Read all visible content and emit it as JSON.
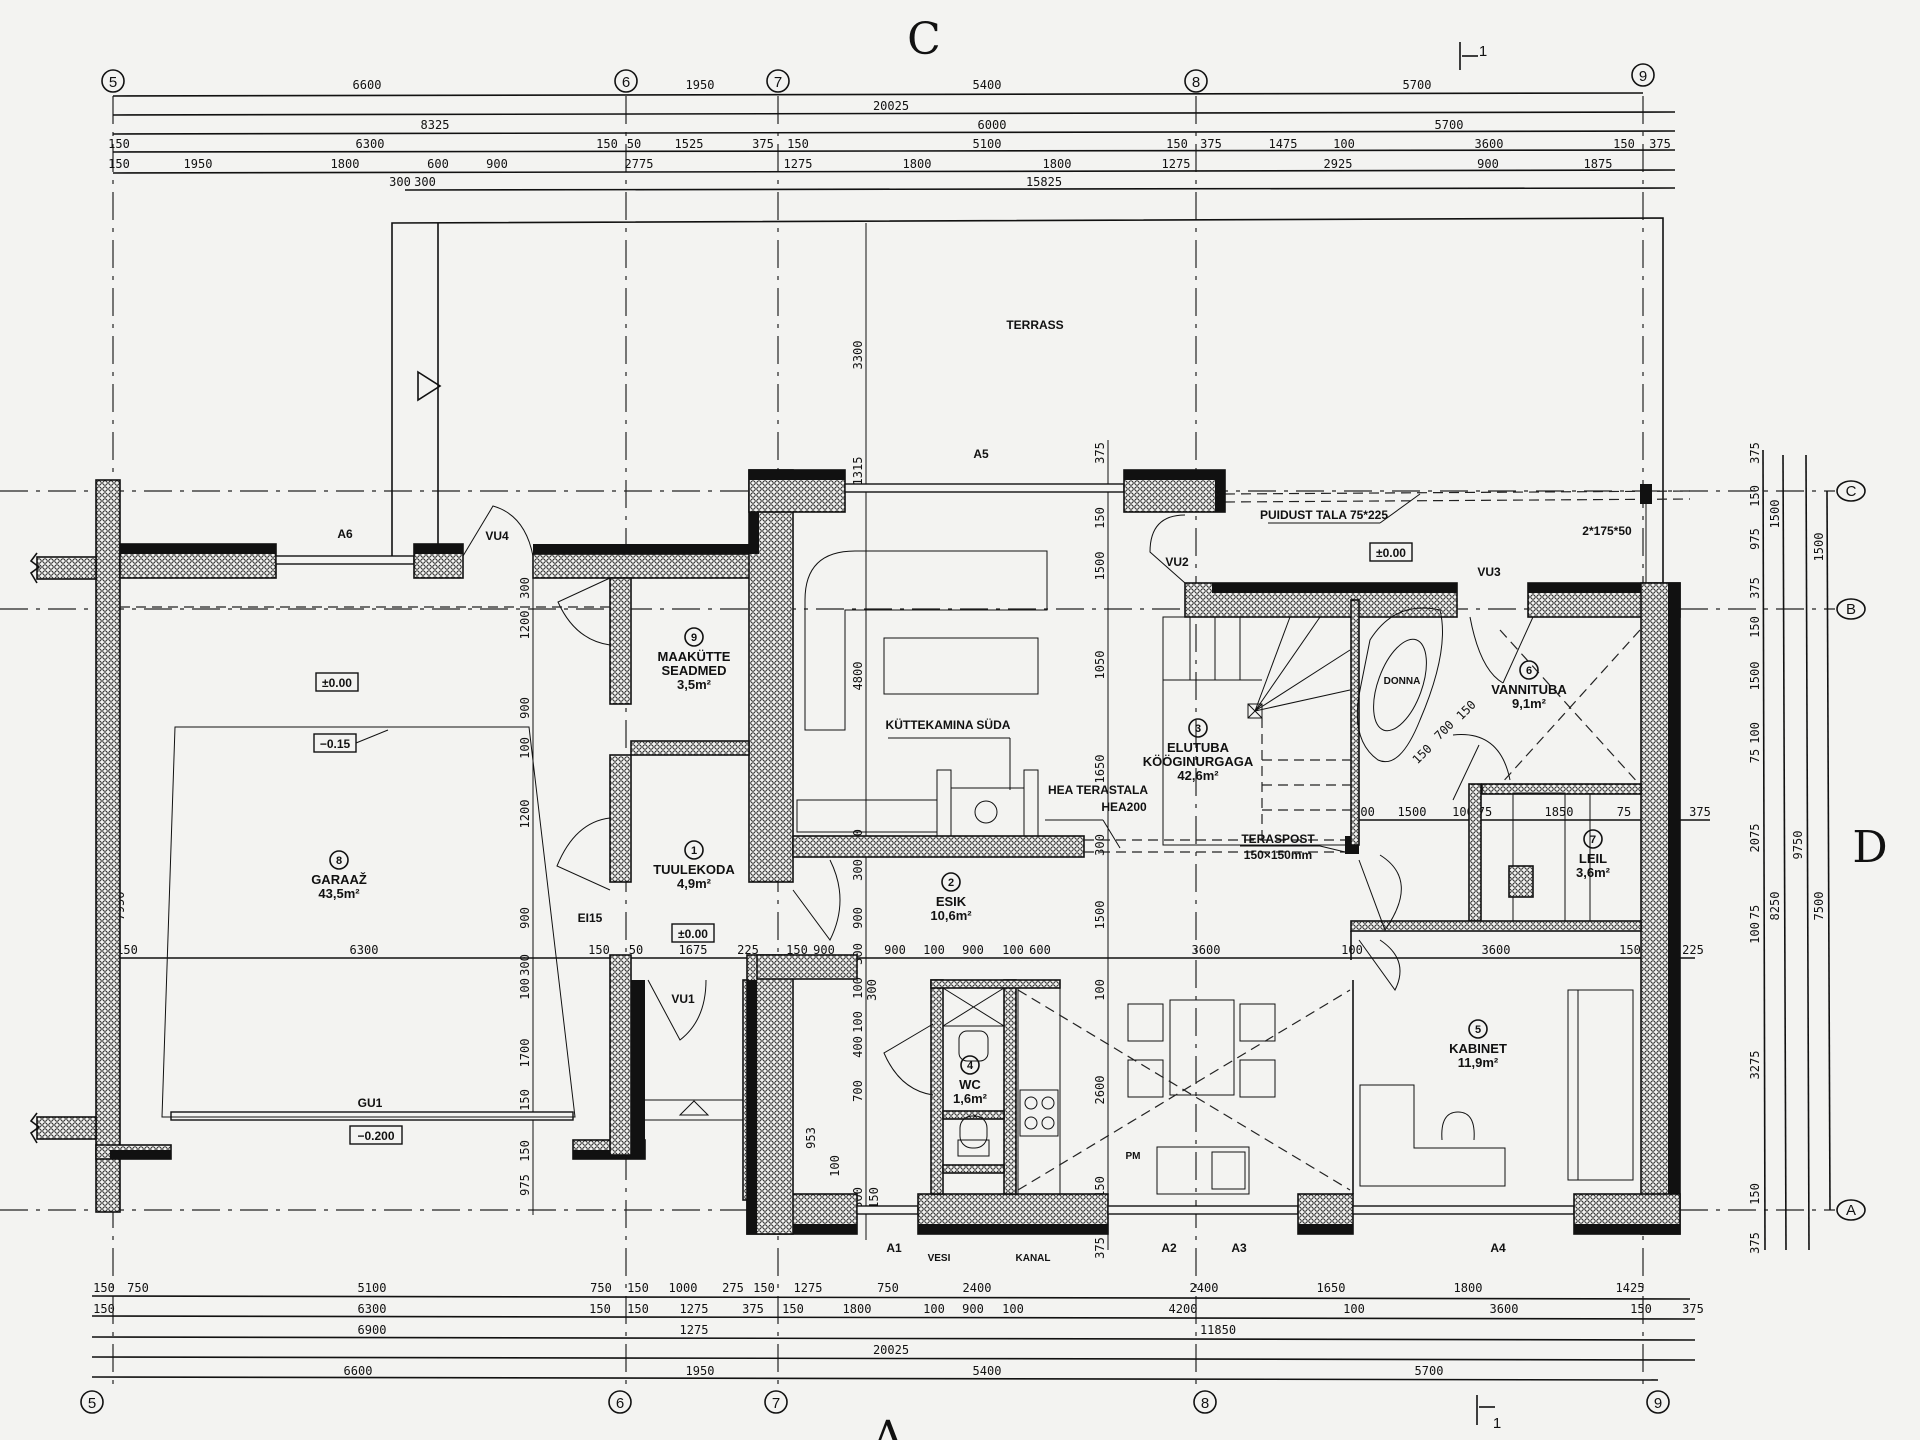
{
  "sheet": {
    "top_letter": "C",
    "bottom_letter": "A",
    "right_letter": "D",
    "section_mark": "1"
  },
  "axes": {
    "columns": [
      "5",
      "6",
      "7",
      "8",
      "9"
    ],
    "rows": [
      "C",
      "B",
      "A"
    ]
  },
  "dims": {
    "top": [
      [
        "6600",
        "1950",
        "5400",
        "5700"
      ],
      [
        "20025"
      ],
      [
        "8325",
        "6000",
        "5700"
      ],
      [
        "150",
        "6300",
        "150",
        "50",
        "1525",
        "375",
        "150",
        "5100",
        "150",
        "375",
        "1475",
        "100",
        "3600",
        "150",
        "375"
      ],
      [
        "150",
        "1950",
        "1800",
        "600",
        "900",
        "2775",
        "1275",
        "1800",
        "1800",
        "1275",
        "2925",
        "900",
        "1875"
      ],
      [
        "300",
        "300",
        "15825"
      ]
    ],
    "bottom": [
      [
        "150",
        "750",
        "5100",
        "750",
        "150",
        "1000",
        "275",
        "150",
        "1275",
        "750",
        "2400",
        "2400",
        "1650",
        "1800",
        "1425"
      ],
      [
        "150",
        "6300",
        "150",
        "150",
        "1275",
        "375",
        "150",
        "1800",
        "100",
        "900",
        "100",
        "4200",
        "100",
        "3600",
        "150",
        "375"
      ],
      [
        "6900",
        "1275",
        "11850"
      ],
      [
        "20025"
      ],
      [
        "6600",
        "1950",
        "5400",
        "5700"
      ]
    ],
    "right": [
      [
        "375",
        "150",
        "975",
        "375",
        "150",
        "1500",
        "75",
        "100",
        "2075",
        "100",
        "75",
        "3275",
        "150",
        "375"
      ],
      [
        "1500",
        "8250"
      ],
      [
        "9750"
      ],
      [
        "1500",
        "7500"
      ]
    ],
    "inner_h": [
      [
        "150",
        "6300",
        "150",
        "50",
        "1675",
        "225",
        "150",
        "900",
        "900",
        "100",
        "900",
        "100",
        "600",
        "3600",
        "100",
        "3600",
        "150",
        "225"
      ],
      [
        "100",
        "1500",
        "100",
        "75",
        "1850",
        "75",
        "375"
      ]
    ],
    "inner_v": [
      [
        "300",
        "1200",
        "900",
        "100",
        "1200",
        "900",
        "300",
        "100",
        "1700",
        "150",
        "150",
        "975"
      ],
      [
        "3300",
        "1315",
        "4800",
        "300",
        "300",
        "900",
        "300",
        "100",
        "100",
        "400",
        "700",
        "300"
      ],
      [
        "300",
        "150",
        "100",
        "953"
      ],
      [
        "375",
        "150",
        "1500",
        "1050",
        "1650",
        "300",
        "1500",
        "100",
        "2600",
        "150",
        "375"
      ],
      [
        "7950"
      ],
      [
        "150",
        "700",
        "150"
      ]
    ]
  },
  "rooms": [
    {
      "num": "8",
      "name": "GARAAŽ",
      "area": "43,5m²"
    },
    {
      "num": "9",
      "name": "MAAKÜTTE",
      "name2": "SEADMED",
      "area": "3,5m²"
    },
    {
      "num": "1",
      "name": "TUULEKODA",
      "area": "4,9m²"
    },
    {
      "num": "2",
      "name": "ESIK",
      "area": "10,6m²"
    },
    {
      "num": "3",
      "name": "ELUTUBA",
      "name2": "KÖÖGINURGAGA",
      "area": "42,6m²"
    },
    {
      "num": "4",
      "name": "WC",
      "area": "1,6m²"
    },
    {
      "num": "5",
      "name": "KABINET",
      "area": "11,9m²"
    },
    {
      "num": "6",
      "name": "VANNITUBA",
      "area": "9,1m²"
    },
    {
      "num": "7",
      "name": "LEIL",
      "area": "3,6m²"
    }
  ],
  "labels": {
    "terrace": "TERRASS",
    "levels": [
      "±0.00",
      "−0.15",
      "−0.200",
      "±0.00",
      "±0.00"
    ],
    "openings": [
      "A6",
      "VU4",
      "A5",
      "VU2",
      "VU3",
      "EI15",
      "VU1",
      "GU1",
      "A1",
      "A2",
      "A3",
      "A4"
    ],
    "fireplace": "KÜTTEKAMINA SÜDA",
    "beam": "HEA TERASTALA",
    "beam_type": "HEA200",
    "post": "TERASPOST",
    "post_size": "150×150mm",
    "timber_beam": "PUIDUST TALA 75*225",
    "timber_size": "2*175*50",
    "bathtub": "DONNA",
    "water": "VESI",
    "sewer": "KANAL",
    "dishwasher": "PM"
  }
}
